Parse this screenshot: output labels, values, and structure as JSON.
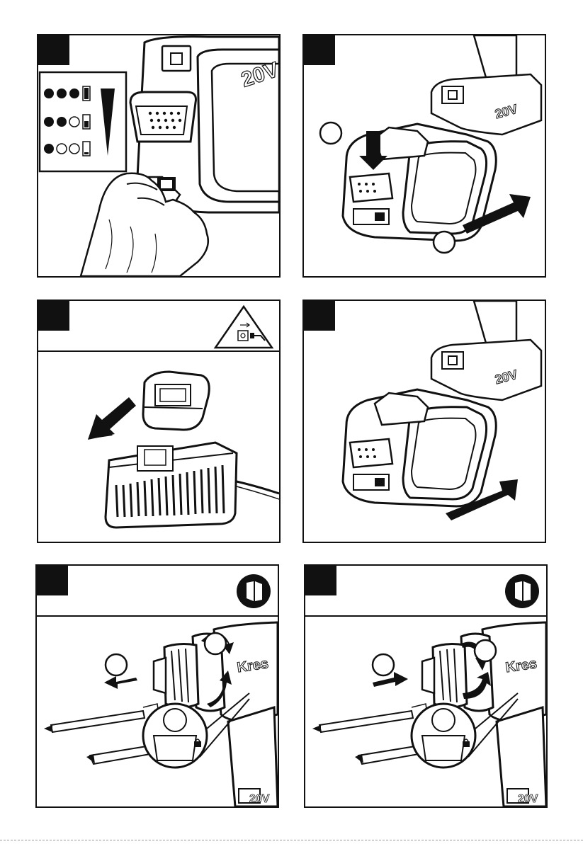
{
  "battery": {
    "voltage_label": "20V"
  },
  "drill": {
    "brand_label": "Kres",
    "voltage_label": "20V"
  },
  "panels": [
    {
      "name": "panel-1-charge-indicator",
      "icon": "battery-level-indicator"
    },
    {
      "name": "panel-2-remove-battery",
      "icon": "press-and-slide-arrow"
    },
    {
      "name": "panel-3-charge-battery",
      "icon": "unplug-warning-icon"
    },
    {
      "name": "panel-4-insert-battery",
      "icon": "slide-in-arrow"
    },
    {
      "name": "panel-5-remove-bit",
      "icon": "gloves-icon"
    },
    {
      "name": "panel-6-insert-bit",
      "icon": "gloves-icon"
    }
  ],
  "colors": {
    "ink": "#111111",
    "paper": "#ffffff",
    "shade": "#d9d9d9"
  }
}
